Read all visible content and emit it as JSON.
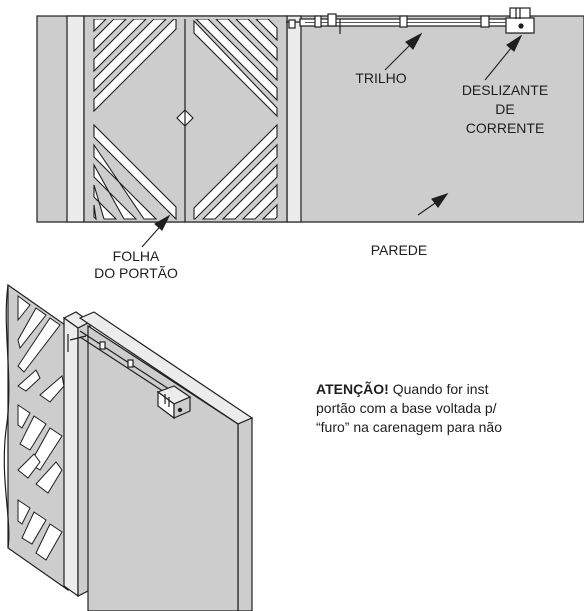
{
  "labels": {
    "trilho": "TRILHO",
    "deslizante": [
      "DESLIZANTE",
      "DE",
      "CORRENTE"
    ],
    "parede": "PAREDE",
    "folha": [
      "FOLHA",
      "DO PORTÃO"
    ]
  },
  "note": {
    "strong": "ATENÇÃO!",
    "line1": " Quando for inst",
    "line2": "portão com a base voltada p/",
    "line3": "“furo” na carenagem para não"
  },
  "colors": {
    "fill": "#cdcdcd",
    "post": "#ececec",
    "line": "#1e1e1e",
    "background": "#ffffff"
  }
}
